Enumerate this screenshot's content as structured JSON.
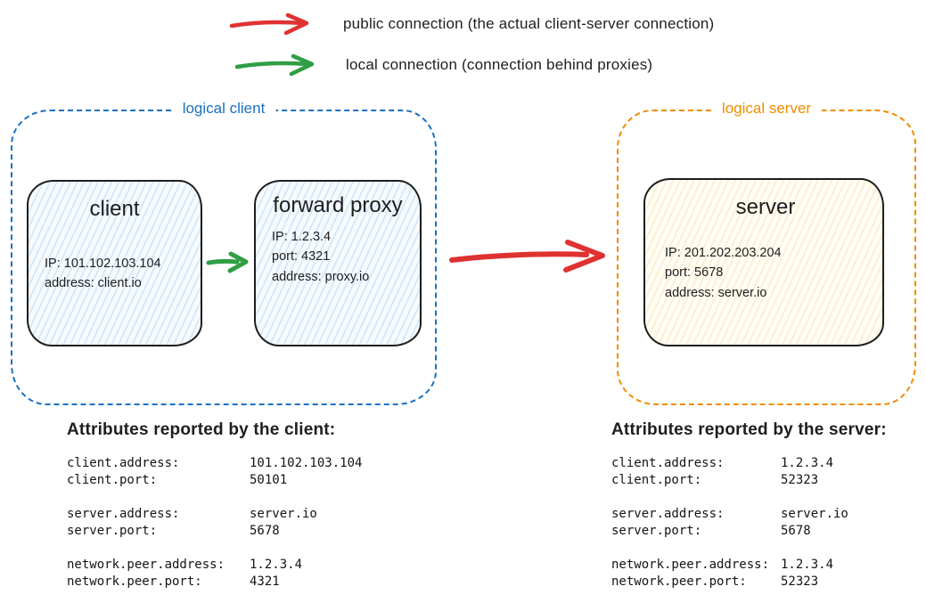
{
  "colors": {
    "red": "#e03131",
    "green": "#2f9e44",
    "blue": "#1971c2",
    "orange": "#f08c00",
    "ink": "#1e1e1e"
  },
  "legend": {
    "public_label": "public connection (the actual client-server connection)",
    "local_label": "local connection (connection behind proxies)"
  },
  "logical_client": {
    "label": "logical client",
    "client_box": {
      "title": "client",
      "lines": [
        "IP: 101.102.103.104",
        "address: client.io"
      ]
    },
    "proxy_box": {
      "title": "forward proxy",
      "lines": [
        "IP: 1.2.3.4",
        "port: 4321",
        "address: proxy.io"
      ]
    }
  },
  "logical_server": {
    "label": "logical server",
    "server_box": {
      "title": "server",
      "lines": [
        "IP: 201.202.203.204",
        "port: 5678",
        "address: server.io"
      ]
    }
  },
  "client_attributes": {
    "title": "Attributes reported by the client:",
    "rows": [
      {
        "key": "client.address:",
        "value": "101.102.103.104"
      },
      {
        "key": "client.port:",
        "value": "50101"
      },
      {
        "key": "server.address:",
        "value": "server.io"
      },
      {
        "key": "server.port:",
        "value": "5678"
      },
      {
        "key": "network.peer.address:",
        "value": "1.2.3.4"
      },
      {
        "key": "network.peer.port:",
        "value": "4321"
      }
    ]
  },
  "server_attributes": {
    "title": "Attributes reported by the server:",
    "rows": [
      {
        "key": "client.address:",
        "value": "1.2.3.4"
      },
      {
        "key": "client.port:",
        "value": "52323"
      },
      {
        "key": "server.address:",
        "value": "server.io"
      },
      {
        "key": "server.port:",
        "value": "5678"
      },
      {
        "key": "network.peer.address:",
        "value": "1.2.3.4"
      },
      {
        "key": "network.peer.port:",
        "value": "52323"
      }
    ]
  }
}
